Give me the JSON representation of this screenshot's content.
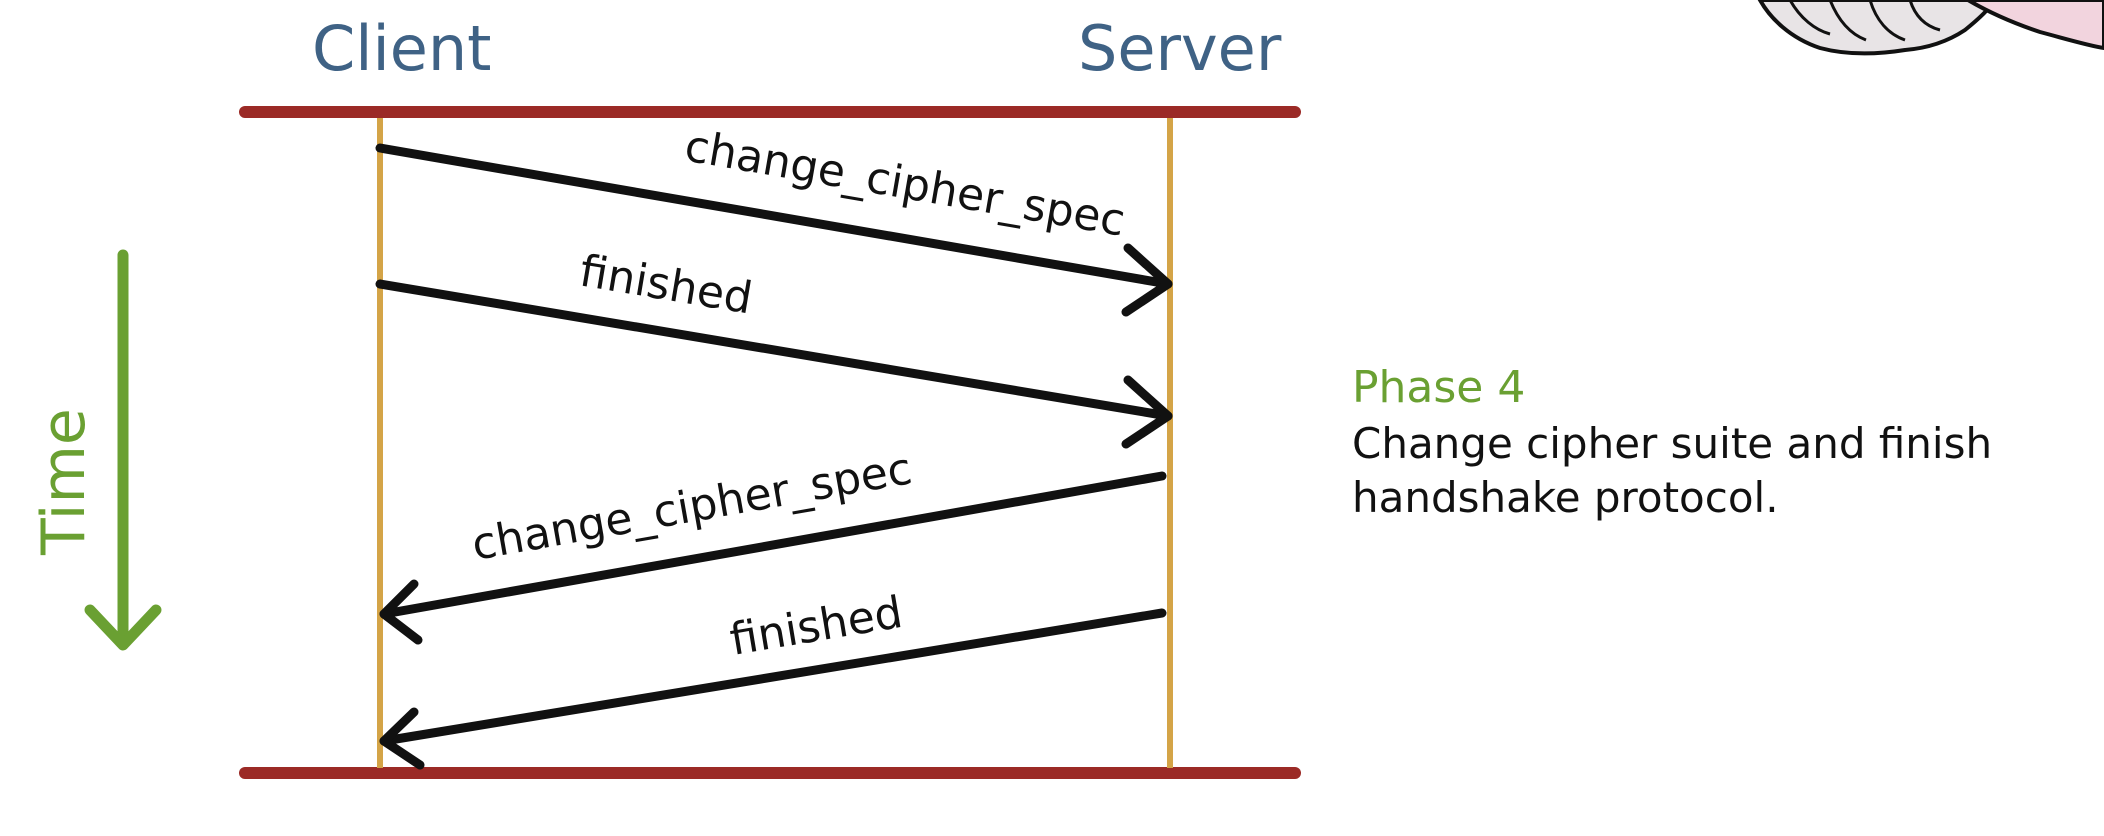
{
  "parties": {
    "client": "Client",
    "server": "Server"
  },
  "time_label": "Time",
  "messages": [
    {
      "label": "change_cipher_spec",
      "from": "client",
      "to": "server"
    },
    {
      "label": "finished",
      "from": "client",
      "to": "server"
    },
    {
      "label": "change_cipher_spec",
      "from": "server",
      "to": "client"
    },
    {
      "label": "finished",
      "from": "server",
      "to": "client"
    }
  ],
  "phase": {
    "title": "Phase 4",
    "description_line1": "Change cipher suite and finish",
    "description_line2": "handshake protocol."
  },
  "colors": {
    "party_label": "#3f6285",
    "boundary": "#9b2a26",
    "lifeline": "#d4a447",
    "arrow": "#111111",
    "time": "#6aa032",
    "phase_title": "#6aa032",
    "decoration_skin": "#e8e4e6",
    "decoration_pink": "#f2d4de"
  },
  "decorations": {
    "corner_illustration": "hand-illustration"
  }
}
